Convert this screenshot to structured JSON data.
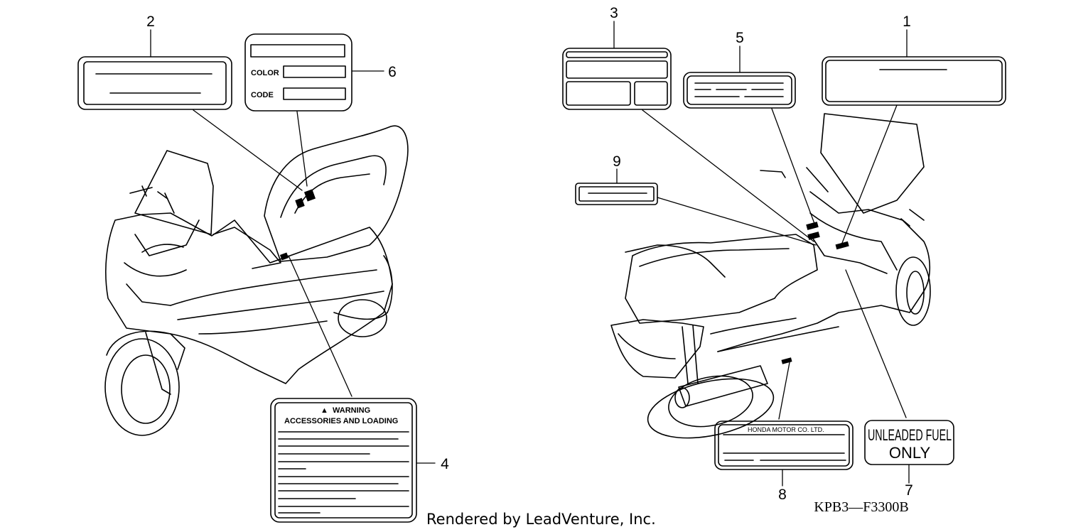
{
  "callouts": {
    "n1": "1",
    "n2": "2",
    "n3": "3",
    "n4": "4",
    "n5": "5",
    "n6": "6",
    "n7": "7",
    "n8": "8",
    "n9": "9"
  },
  "label_6": {
    "color": "COLOR",
    "code": "CODE"
  },
  "label_4": {
    "warning": "WARNING",
    "subtitle": "ACCESSORIES AND LOADING"
  },
  "label_8": {
    "maker": "HONDA MOTOR CO. LTD."
  },
  "label_7": {
    "line1": "UNLEADED FUEL",
    "line2": "ONLY"
  },
  "diagram_code": "KPB3—F3300B",
  "footer": "Rendered by LeadVenture, Inc."
}
